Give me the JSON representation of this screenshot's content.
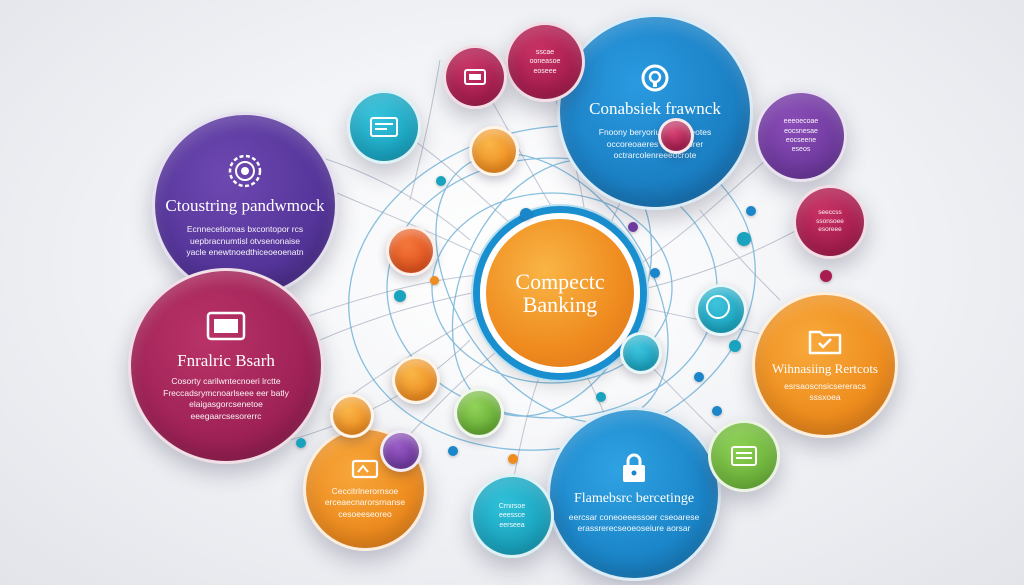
{
  "center": {
    "line1": "Compectc",
    "line2": "Banking"
  },
  "cards": {
    "purple_left": {
      "title": "Ctoustring pandwmock",
      "lines": [
        "Ecnnecetiomas bxcontopor rcs",
        "uepbracnumtisl otvsenonaise",
        "yacle enewtnoedthiceoeoenatn"
      ]
    },
    "blue_top": {
      "title": "Conabsiek frawnck",
      "lines": [
        "Fnoony beryoriuik lisnsaeotes",
        "occoreoaeres tecritifaorer",
        "octrarcolenreeeocrote"
      ]
    },
    "magenta_left": {
      "title": "Fnralric Bsarh",
      "lines": [
        "Cosorty carilwntecnoeri lrctte",
        "Freccadsrymcnoarlseee eer batly",
        "elaigasgorcsenetoe",
        "eeegaarcsesorerrc"
      ]
    },
    "orange_right": {
      "title": "Wihnasiing Rertcots",
      "lines": [
        "esrsaoscnsicsereracs",
        "sssxoea"
      ]
    },
    "blue_bottom": {
      "title": "Flamebsrc bercetinge",
      "lines": [
        "eercsar coneoeeessoer cseoarese",
        "erassrerecseoeoseiure aorsar"
      ]
    },
    "orange_bottom": {
      "lines": [
        "Ceccitrlnerornsoe",
        "erceaecnarorsrnanse",
        "cesoeeseoreo"
      ]
    },
    "teal_small": {
      "lines": [
        "Crnirsoe",
        "eeessce",
        "eerseea"
      ]
    },
    "red_top": {
      "lines": [
        "sscae",
        "ooneasoe",
        "eoseee"
      ]
    },
    "purple_right": {
      "lines": [
        "eeeoecoae",
        "eocsnesae",
        "eocseene",
        "eseos"
      ]
    },
    "red_right": {
      "lines": [
        "seeccss",
        "ssonsoee",
        "esoreee"
      ]
    }
  },
  "icons": [
    "gear-icon",
    "lock-icon",
    "monitor-icon",
    "card-icon",
    "document-icon",
    "folder-icon",
    "screen-icon",
    "shield-icon",
    "list-icon",
    "chat-icon"
  ],
  "colors": {
    "purple": "#5b3a9a",
    "blue": "#1b86c9",
    "magenta": "#a3255b",
    "orange": "#f09021",
    "teal": "#1ea7c2",
    "red": "#b01d4f",
    "green": "#6fb63c"
  }
}
